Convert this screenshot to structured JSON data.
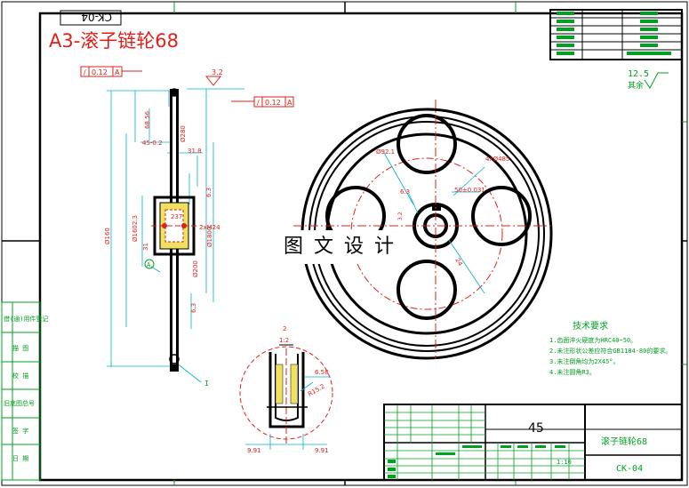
{
  "drawing_code_box": "CK-04",
  "sheet_title": "A3-滚子链轮68",
  "watermark": "图文设计",
  "left_column_labels": [
    "借(通)用件登记",
    "描 图",
    "校 描",
    "旧底图总号",
    "签 字",
    "日 期"
  ],
  "roughness_note": {
    "symbol": "其余",
    "value": "12.5"
  },
  "tolerances": {
    "geo_top_left": {
      "symbol": "/",
      "value": "0.12",
      "datum": "A"
    },
    "geo_top_mid": {
      "symbol": "/",
      "value": "0.12",
      "datum": "A"
    },
    "surface_top": "3.2"
  },
  "dims": {
    "d1": "68.56",
    "d2": "Ø280",
    "d3": "45-0.2",
    "d4": "31.8",
    "d5": "6.3",
    "d6": "2xM24",
    "d7": "6.3",
    "d8": "31",
    "d9": "Ø160",
    "d10": "Ø1602.3",
    "d11": "Ø1800",
    "d12": "Ø200",
    "d13": "Ø92.1",
    "d14": "4xØ485",
    "d15": "50±0.031",
    "d16": "6.3",
    "d17": "R15.2",
    "d18": "6.58",
    "d19": "9.91",
    "d20": "9.91",
    "d21": "2",
    "d22": "1:2",
    "d23": "A",
    "d24": "I",
    "d25": "24",
    "d26": "237",
    "d27": "3.2"
  },
  "tech_req": {
    "title": "技术要求",
    "items": [
      "1.齿面淬火硬度为HRC40~50。",
      "2.未注形状公差应符合GB1184-80的要求。",
      "3.未注倒角均为2X45°。",
      "4.未注圆角R3。"
    ]
  },
  "title_block": {
    "number": "45",
    "part_name": "滚子链轮68",
    "drawing_no": "CK-04",
    "scale": "1:10"
  },
  "colors": {
    "red": "#e0201a",
    "green": "#00a020",
    "black": "#000000",
    "cyan": "#00b0d0",
    "yellow": "#f0e060",
    "blue": "#2030c0"
  }
}
